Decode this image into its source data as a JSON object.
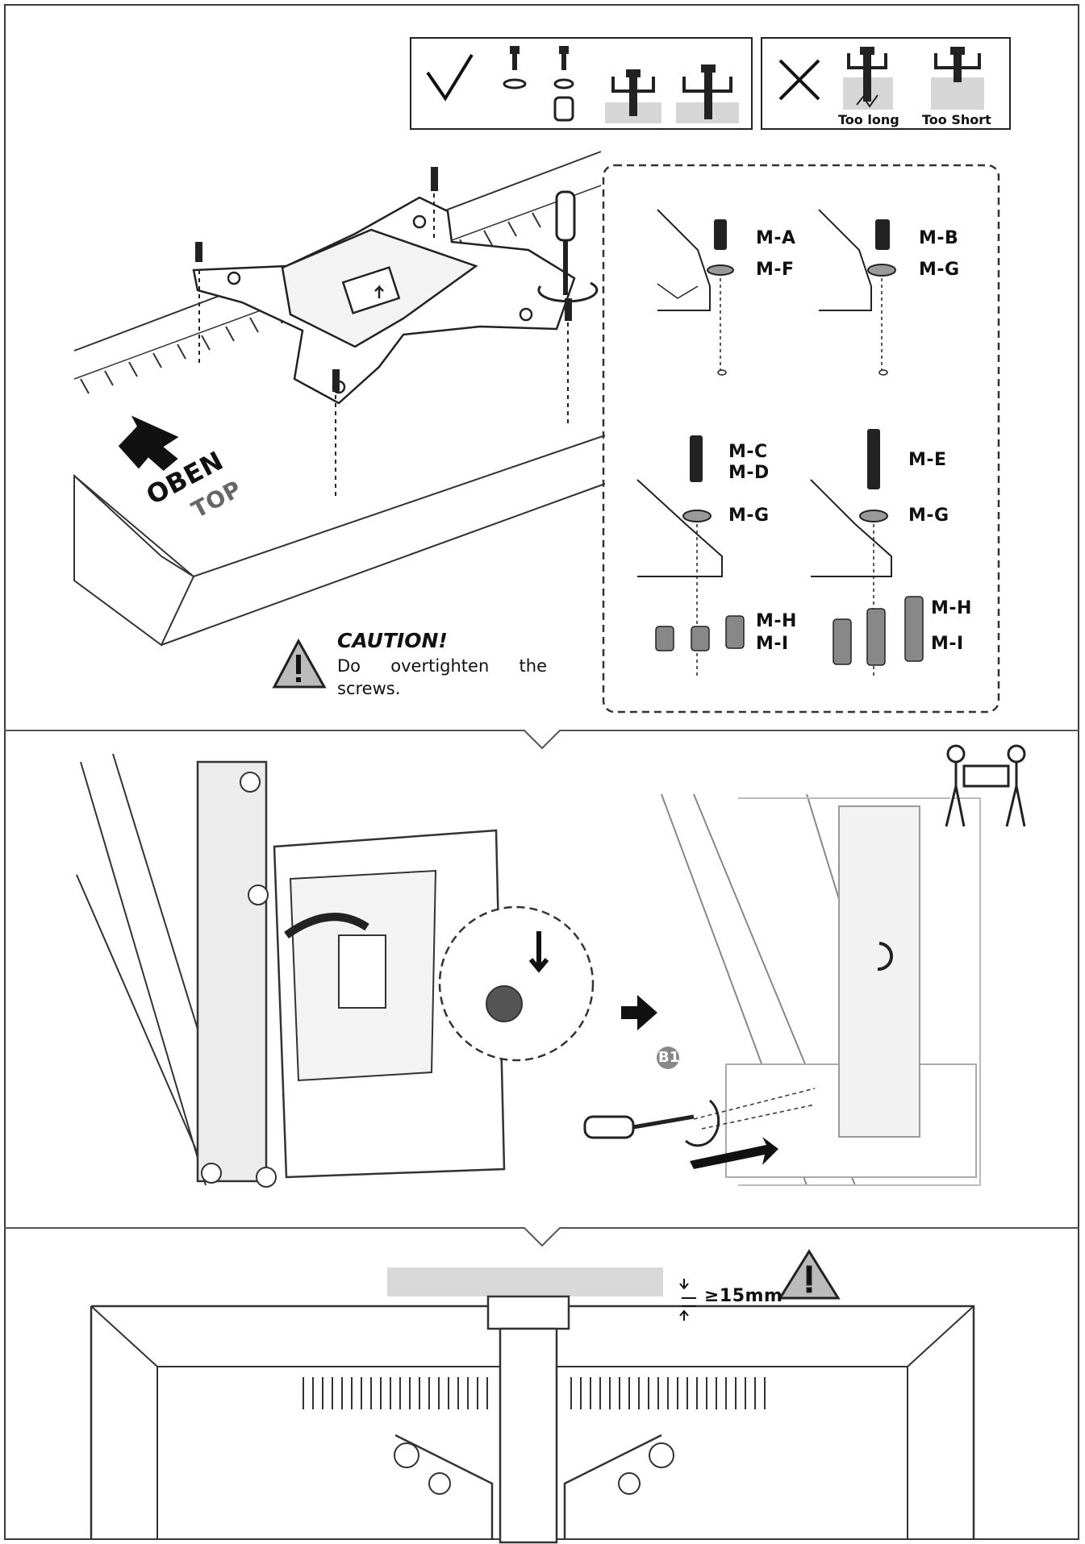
{
  "good_box": {
    "symbol": "✓"
  },
  "bad_box": {
    "symbol": "✕",
    "too_long": "Too long",
    "too_short": "Too Short"
  },
  "step1": {
    "arrow_label_de": "OBEN",
    "arrow_label_en": "TOP",
    "screw_labels": {
      "ma": "M-A",
      "mf": "M-F",
      "mb": "M-B",
      "mg1": "M-G",
      "mc": "M-C",
      "md": "M-D",
      "mg2": "M-G",
      "me": "M-E",
      "mg3": "M-G",
      "mh1": "M-H",
      "mi1": "M-I",
      "mh2": "M-H",
      "mi2": "M-I"
    },
    "caution_title": "CAUTION!",
    "caution_text": "Do overtighten the screws."
  },
  "step2": {
    "screw_badge": "B1"
  },
  "step3": {
    "clearance": "≥15mm"
  },
  "icons": [
    "check-icon",
    "cross-icon",
    "warning-icon",
    "two-person-lift-icon",
    "arrow-right-icon",
    "screwdriver-icon",
    "rotate-arrow-icon",
    "up-arrow-icon"
  ]
}
